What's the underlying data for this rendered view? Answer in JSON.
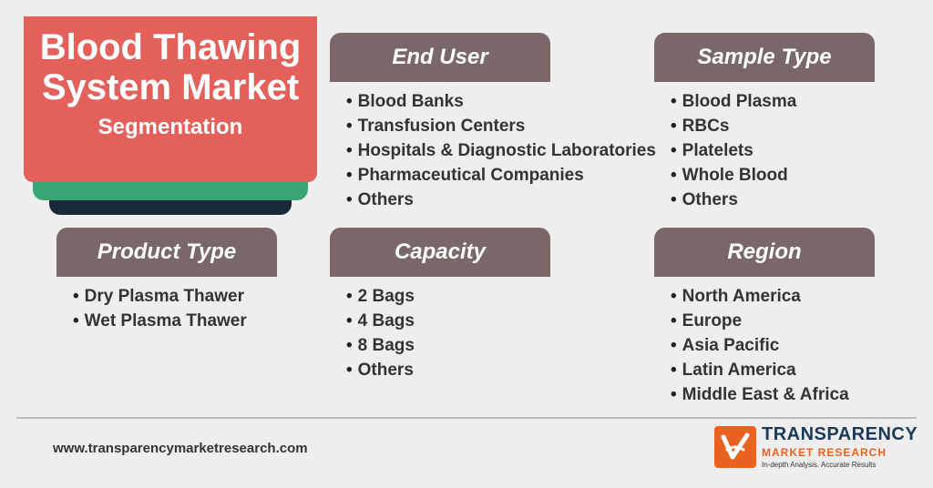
{
  "title": {
    "line1": "Blood Thawing",
    "line2": "System Market",
    "subtitle": "Segmentation"
  },
  "segments": {
    "end_user": {
      "heading": "End User",
      "items": [
        "Blood Banks",
        "Transfusion Centers",
        "Hospitals & Diagnostic Laboratories",
        "Pharmaceutical Companies",
        "Others"
      ]
    },
    "sample_type": {
      "heading": "Sample Type",
      "items": [
        "Blood Plasma",
        "RBCs",
        "Platelets",
        "Whole Blood",
        "Others"
      ]
    },
    "product_type": {
      "heading": "Product Type",
      "items": [
        "Dry Plasma Thawer",
        "Wet Plasma Thawer"
      ]
    },
    "capacity": {
      "heading": "Capacity",
      "items": [
        "2 Bags",
        "4 Bags",
        "8 Bags",
        "Others"
      ]
    },
    "region": {
      "heading": "Region",
      "items": [
        "North America",
        "Europe",
        "Asia Pacific",
        "Latin America",
        "Middle East & Africa"
      ]
    }
  },
  "footer": {
    "url": "www.transparencymarketresearch.com"
  },
  "logo": {
    "line1": "TRANSPARENCY",
    "line2": "MARKET RESEARCH",
    "tagline": "In-depth Analysis. Accurate Results"
  },
  "colors": {
    "title_red": "#e4605a",
    "green_layer": "#3aa574",
    "navy_layer": "#1b2a3a",
    "header_brown": "#7a6868",
    "logo_orange": "#e8631f"
  }
}
